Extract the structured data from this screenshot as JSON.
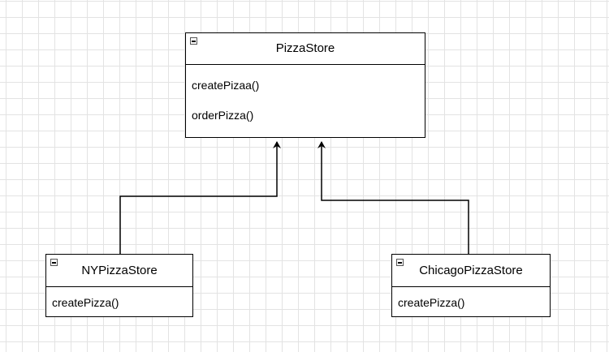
{
  "diagram": {
    "type": "uml-class-diagram",
    "classes": {
      "pizza_store": {
        "name": "PizzaStore",
        "methods": [
          "createPizaa()",
          "orderPizza()"
        ]
      },
      "ny_pizza_store": {
        "name": "NYPizzaStore",
        "methods": [
          "createPizza()"
        ]
      },
      "chicago_pizza_store": {
        "name": "ChicagoPizzaStore",
        "methods": [
          "createPizza()"
        ]
      }
    },
    "relations": [
      {
        "from": "NYPizzaStore",
        "to": "PizzaStore",
        "kind": "generalization"
      },
      {
        "from": "ChicagoPizzaStore",
        "to": "PizzaStore",
        "kind": "generalization"
      }
    ],
    "colors": {
      "line": "#000000",
      "grid": "#e3e3e3",
      "background": "#ffffff"
    }
  }
}
